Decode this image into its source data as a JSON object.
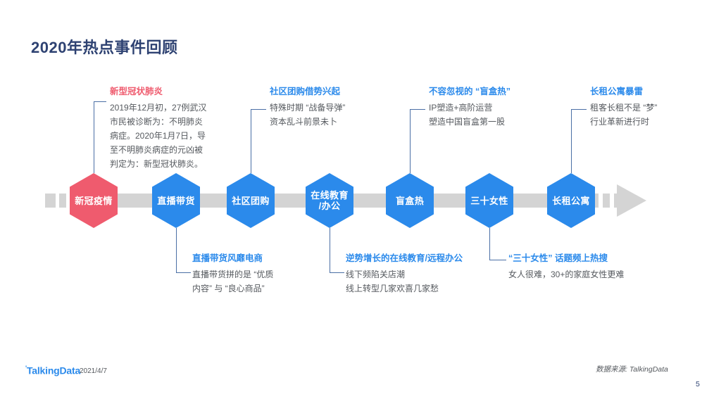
{
  "slide": {
    "title": "2020年热点事件回顾",
    "colors": {
      "title": "#2e4272",
      "accent_blue": "#2b8aeb",
      "accent_red": "#ef5b6e",
      "bar_gray": "#d4d4d4",
      "body_gray": "#55595e"
    }
  },
  "timeline": {
    "nodes": [
      {
        "label": "新冠疫情",
        "color": "red"
      },
      {
        "label": "直播带货",
        "color": "blue"
      },
      {
        "label": "社区团购",
        "color": "blue"
      },
      {
        "label": "在线教育\n/办公",
        "color": "blue"
      },
      {
        "label": "盲盒热",
        "color": "blue"
      },
      {
        "label": "三十女性",
        "color": "blue"
      },
      {
        "label": "长租公寓",
        "color": "blue"
      }
    ]
  },
  "notes_top": [
    {
      "title": "新型冠状肺炎",
      "title_color": "red",
      "lines": [
        "2019年12月初，27例武汉",
        "市民被诊断为：不明肺炎",
        "病症。2020年1月7日，导",
        "至不明肺炎病症的元凶被",
        "判定为：新型冠状肺炎。"
      ]
    },
    {
      "title": "社区团购借势兴起",
      "title_color": "blue",
      "lines": [
        "特殊时期 “战备导弹”",
        "资本乱斗前景未卜"
      ]
    },
    {
      "title": "不容忽视的 “盲盒热”",
      "title_color": "blue",
      "lines": [
        "IP塑造+高阶运营",
        "塑造中国盲盒第一股"
      ]
    },
    {
      "title": "长租公寓暴雷",
      "title_color": "blue",
      "lines": [
        "租客长租不是 “梦”",
        "行业革新进行时"
      ]
    }
  ],
  "notes_bottom": [
    {
      "title": "直播带货风靡电商",
      "title_color": "blue",
      "lines": [
        "直播带货拼的是 “优质",
        "内容” 与 “良心商品”"
      ]
    },
    {
      "title": "逆势增长的在线教育/远程办公",
      "title_color": "blue",
      "lines": [
        "线下频陷关店潮",
        "线上转型几家欢喜几家愁"
      ]
    },
    {
      "title": "“三十女性” 话题频上热搜",
      "title_color": "blue",
      "lines": [
        "女人很难，30+的家庭女性更难"
      ]
    }
  ],
  "footer": {
    "logo_tick": "'",
    "logo": "TalkingData",
    "date": "2021/4/7",
    "source": "数据来源: TalkingData",
    "page_number": "5"
  }
}
